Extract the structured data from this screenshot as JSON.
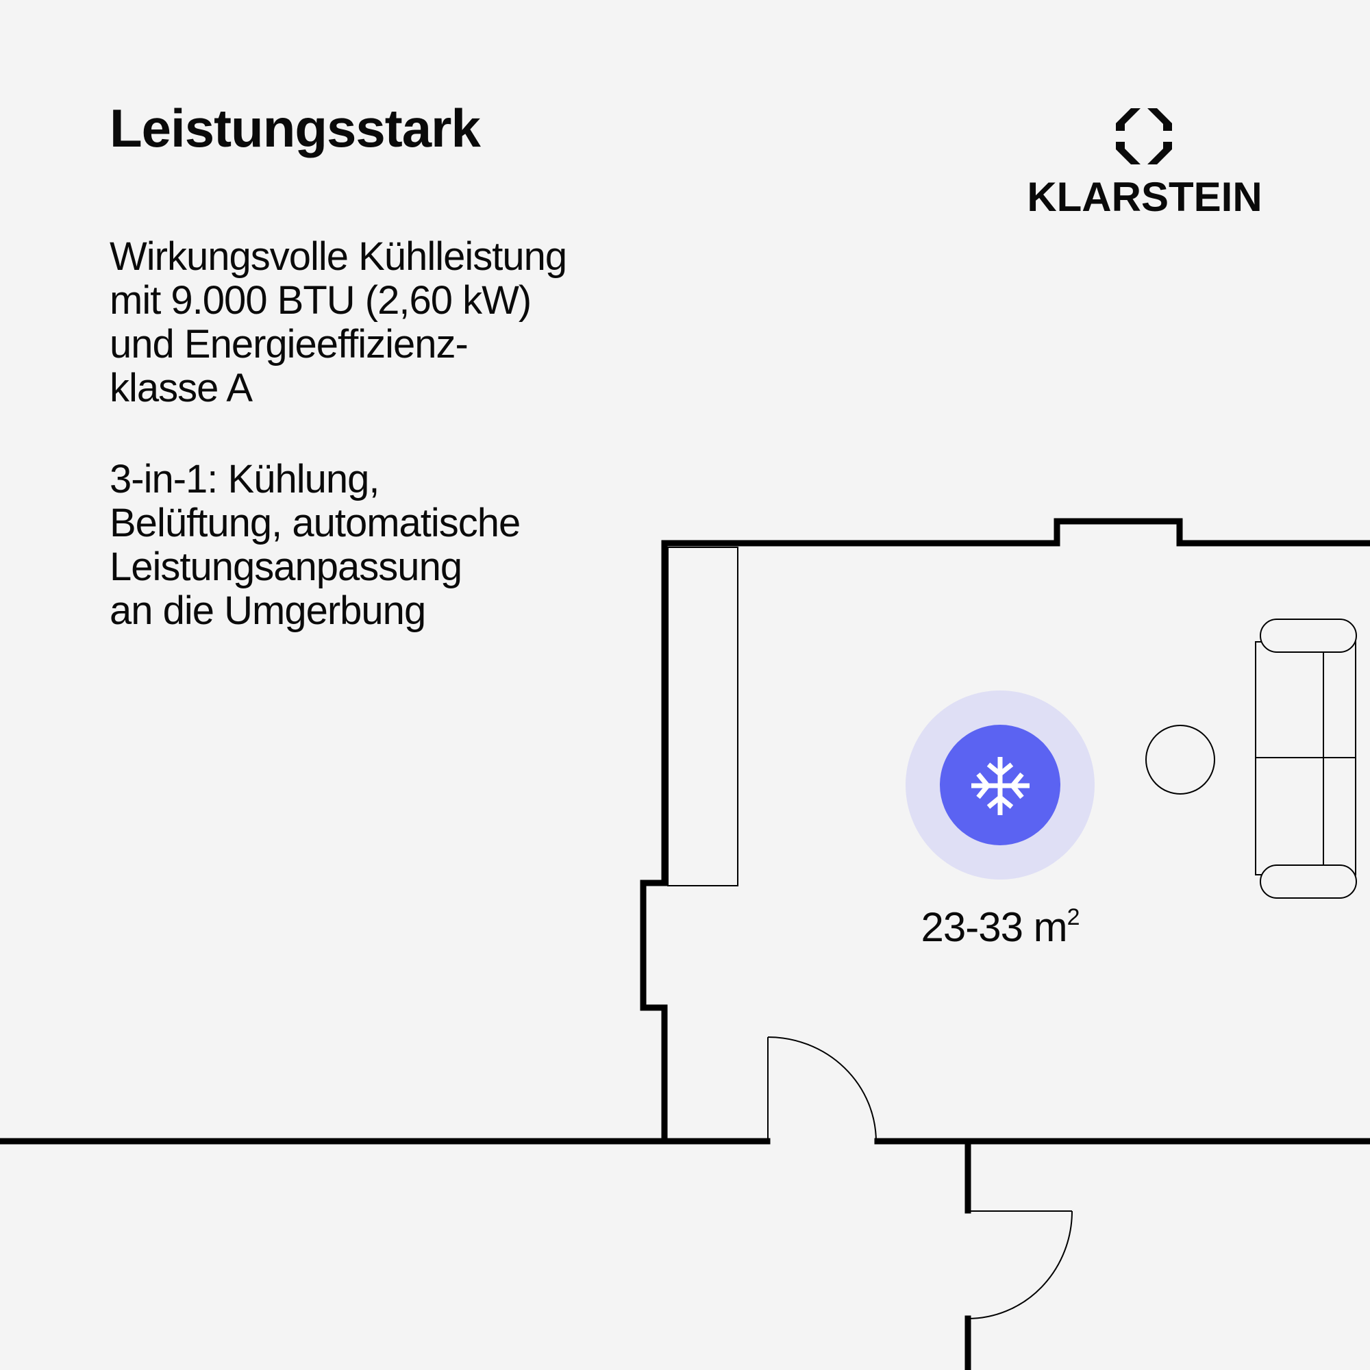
{
  "header": {
    "title": "Leistungsstark"
  },
  "brand": {
    "name": "KLARSTEIN",
    "logo_icon": "klarstein-octagon-logo-icon"
  },
  "features": [
    {
      "text": "Wirkungsvolle Kühlleistung\nmit 9.000 BTU (2,60 kW)\nund Energieeffizienz-\nklasse A"
    },
    {
      "text": "3-in-1: Kühlung,\nBelüftung, automatische\nLeistungsanpassung\nan die Umgerbung"
    }
  ],
  "floorplan": {
    "coverage_icon": "snowflake-icon",
    "coverage_area_value": "23-33 m",
    "coverage_area_unit_sup": "2",
    "colors": {
      "background": "#F4F4F4",
      "walls": "#000000",
      "coverage_outer": "#DFDFF5",
      "coverage_inner": "#5B63F2",
      "icon": "#FFFFFF"
    },
    "furniture": [
      "cabinet",
      "side-table",
      "sofa"
    ],
    "doors": 2
  }
}
